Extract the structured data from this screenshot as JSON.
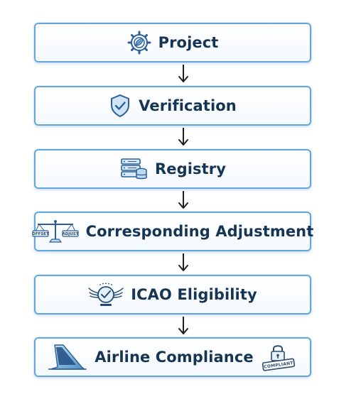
{
  "flow": {
    "steps": [
      {
        "label": "Project",
        "icon": "gear-leaf-icon"
      },
      {
        "label": "Verification",
        "icon": "shield-check-icon"
      },
      {
        "label": "Registry",
        "icon": "database-server-icon"
      },
      {
        "label": "Corresponding Adjustment",
        "icon": "balance-scale-icon"
      },
      {
        "label": "ICAO Eligibility",
        "icon": "icao-emblem-icon"
      },
      {
        "label": "Airline Compliance",
        "icon": "aircraft-tail-icon"
      }
    ],
    "scale_labels": {
      "left": "OFFSET",
      "right": "ADJUST"
    },
    "stamp_label": "COMPLIANT",
    "colors": {
      "border": "#62a8dc",
      "text": "#163453",
      "icon": "#2d5f94",
      "arrow": "#1f1f1f"
    }
  }
}
